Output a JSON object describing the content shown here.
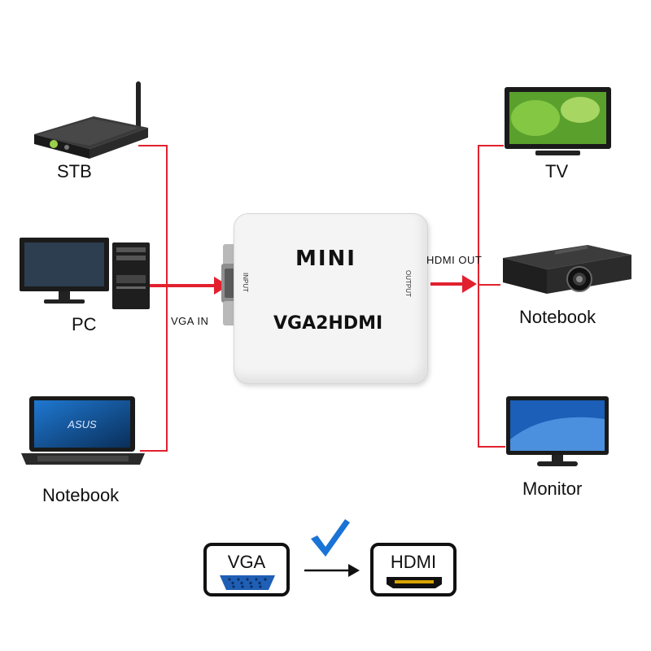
{
  "sources": [
    {
      "label": "STB",
      "icon": "set-top-box-icon"
    },
    {
      "label": "PC",
      "icon": "desktop-pc-icon"
    },
    {
      "label": "Notebook",
      "icon": "laptop-icon"
    }
  ],
  "sinks": [
    {
      "label": "TV",
      "icon": "tv-icon"
    },
    {
      "label": "Notebook",
      "icon": "projector-icon"
    },
    {
      "label": "Monitor",
      "icon": "monitor-icon"
    }
  ],
  "converter": {
    "brand": "MINI",
    "model": "VGA2HDMI",
    "input_port": "INPUT",
    "output_port": "OUTPUT",
    "screen_brand": "ASUS"
  },
  "connections": {
    "input_label": "VGA  IN",
    "output_label": "HDMI  OUT"
  },
  "legend": {
    "from": "VGA",
    "to": "HDMI",
    "check_icon": "checkmark-icon",
    "arrow_icon": "arrow-right-icon"
  },
  "colors": {
    "wire": "#e2212e",
    "check": "#1a73d6",
    "vga_port": "#1f5fb4"
  }
}
